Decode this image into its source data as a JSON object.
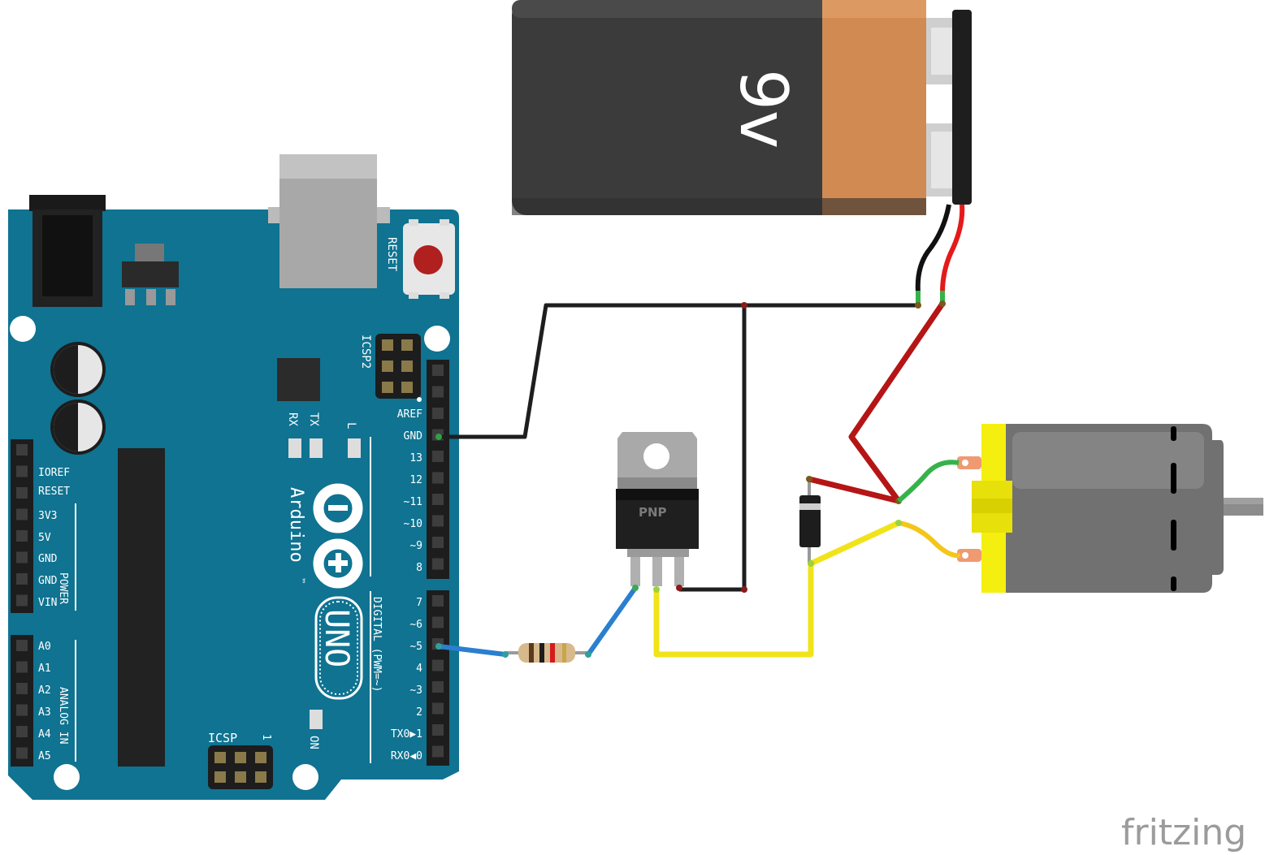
{
  "battery": {
    "label": "9v"
  },
  "arduino": {
    "reset_label": "RESET",
    "icsp2_label": "ICSP2",
    "icsp_label": "ICSP",
    "icsp_one": "1",
    "rx": "RX",
    "tx": "TX",
    "l": "L",
    "on": "ON",
    "brand": "Arduino",
    "tm": "™",
    "model": "UNO",
    "digital_label": "DIGITAL (PWM=~)",
    "power_label": "POWER",
    "analog_label": "ANALOG IN",
    "left_pins": [
      "IOREF",
      "RESET",
      "3V3",
      "5V",
      "GND",
      "GND",
      "VIN"
    ],
    "analog_pins": [
      "A0",
      "A1",
      "A2",
      "A3",
      "A4",
      "A5"
    ],
    "right_pins_top": [
      "AREF",
      "GND",
      "13",
      "12",
      "~11",
      "~10",
      "~9",
      "8"
    ],
    "right_pins_bottom": [
      "7",
      "~6",
      "~5",
      "4",
      "~3",
      "2",
      "TX0▶1",
      "RX0◀0"
    ]
  },
  "transistor": {
    "label": "PNP"
  },
  "watermark": "fritzing",
  "colors": {
    "board": "#0f7391",
    "wire_black": "#222222",
    "wire_red": "#b51515",
    "wire_blue": "#2a7fcf",
    "wire_yellow": "#f1e31a",
    "wire_green": "#35b34a",
    "motor_yellow": "#f5ef0f"
  }
}
